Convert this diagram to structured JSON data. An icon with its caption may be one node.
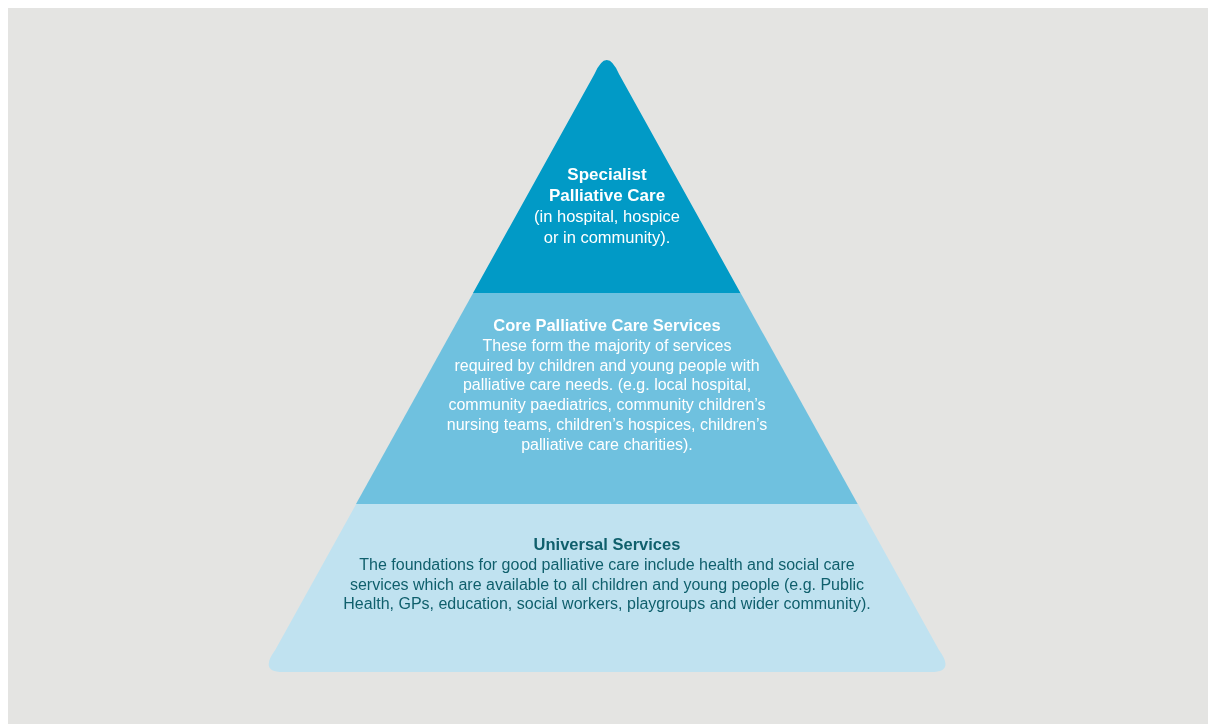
{
  "diagram": {
    "nodes": [
      {
        "text": [
          "Specialist Palliative Care",
          "(in hospital, hospice or in community)."
        ]
      },
      {
        "text": [
          "Core Palliative Care Services",
          "These form the majority of services required by children and young people with palliative care needs. (e.g. local hospital, community paediatrics, community children’s nursing teams, children’s hospices, children’s palliative care charities)."
        ]
      },
      {
        "text": [
          "Universal Services",
          "The foundations for good palliative care include health and social care services which are available to all children and young people (e.g. Public Health, GPs, education, social workers, playgroups and wider community)."
        ]
      }
    ]
  }
}
